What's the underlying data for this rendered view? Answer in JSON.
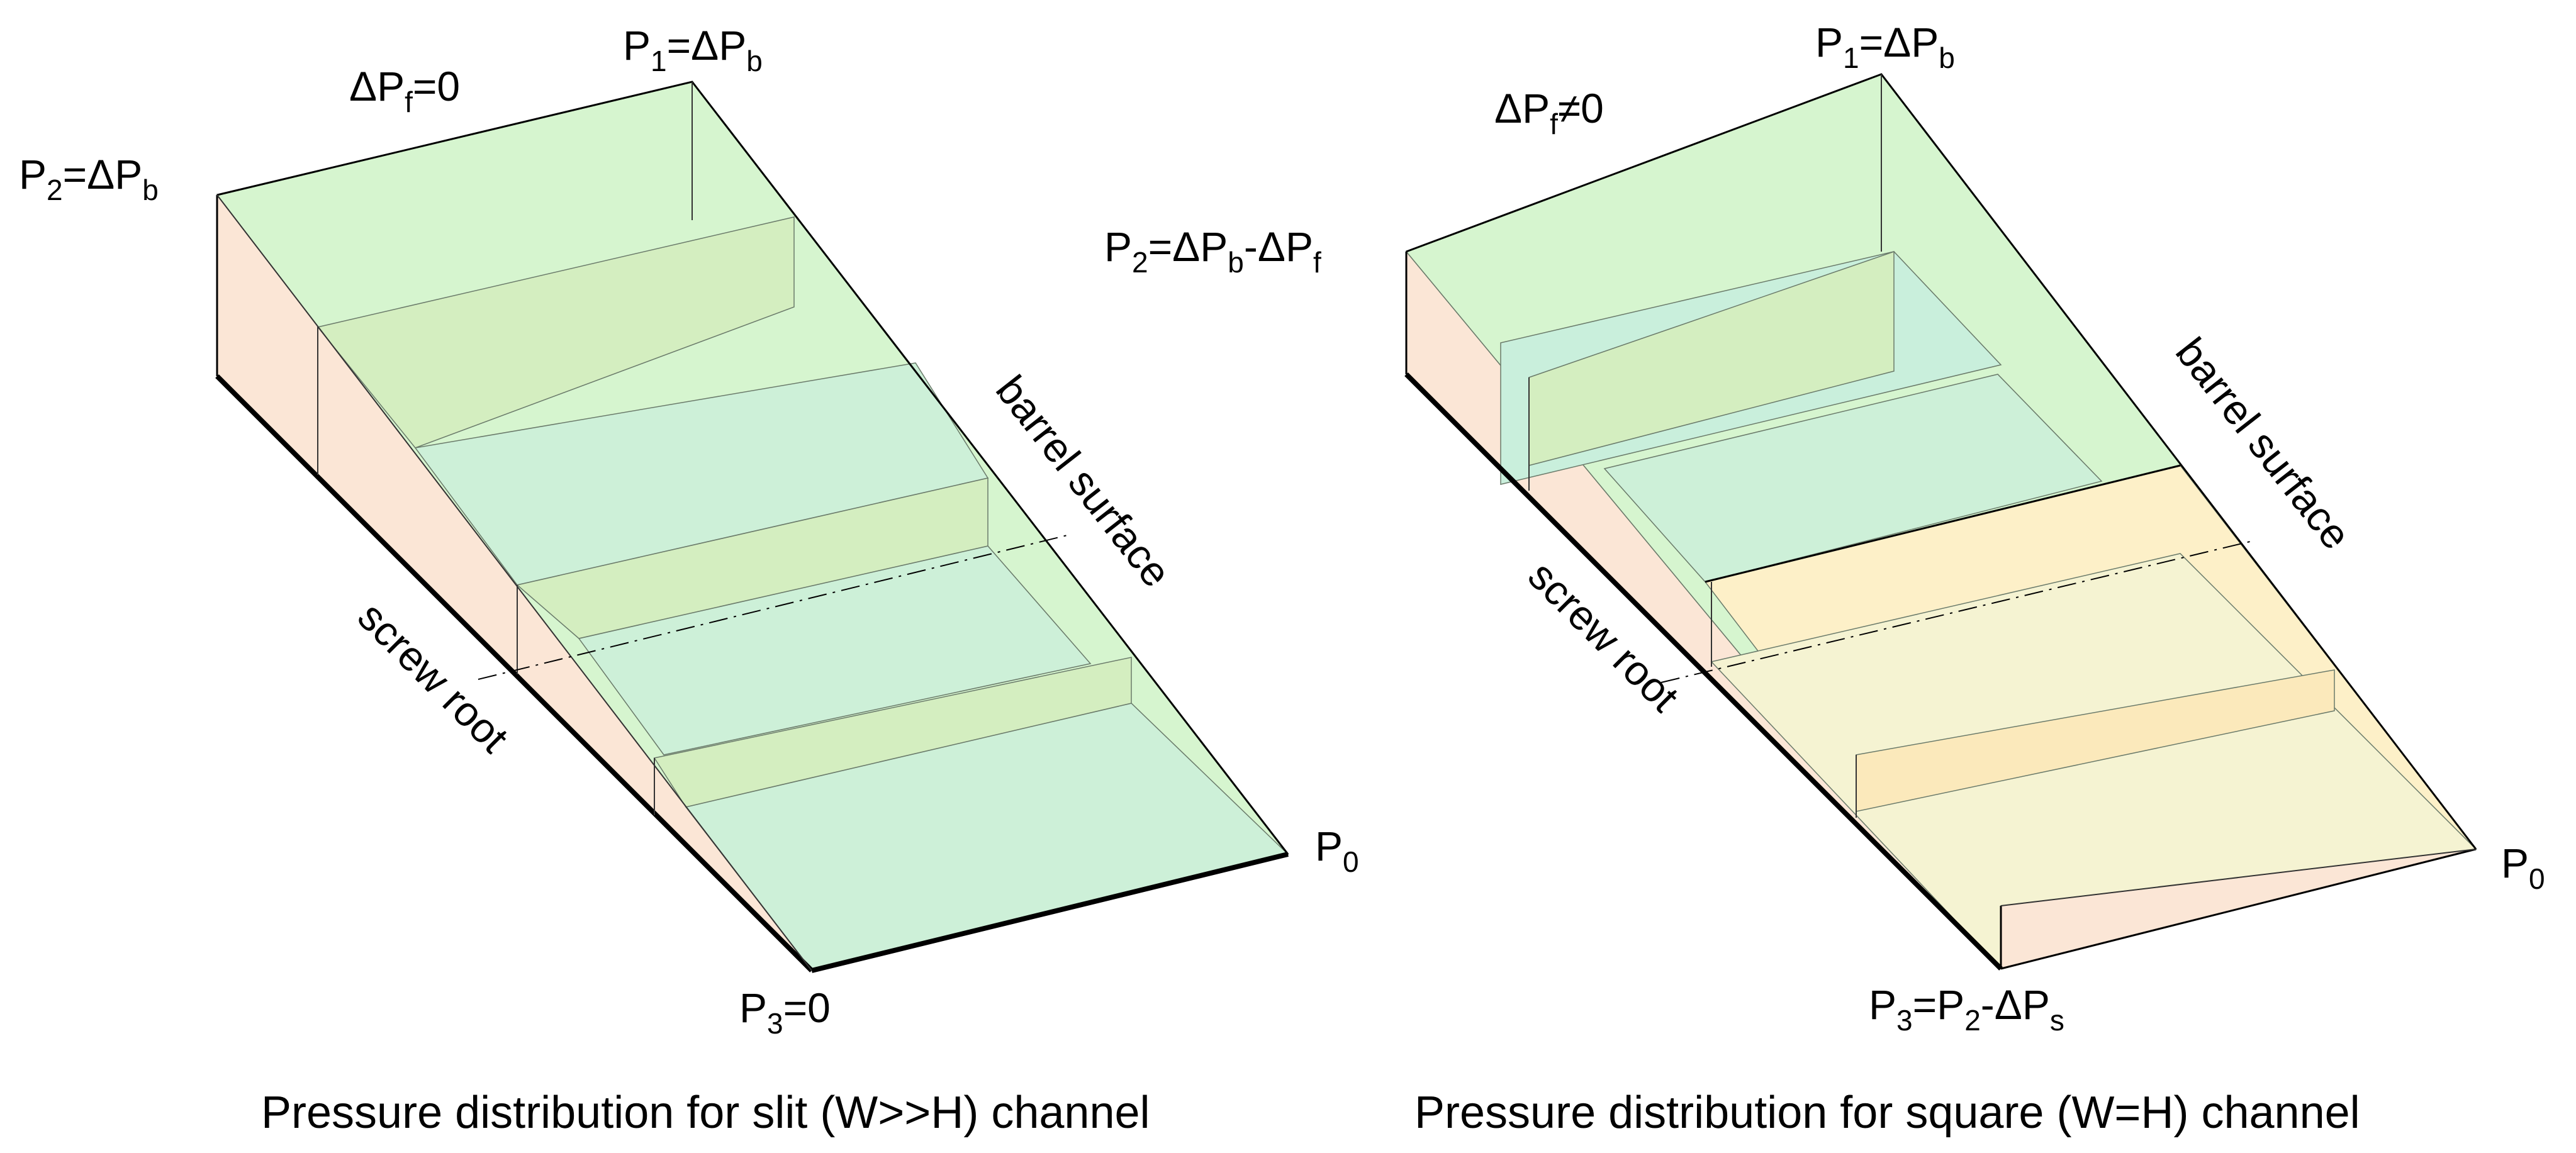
{
  "colors": {
    "green_top": "#d6f5cf",
    "green_floor": "#cdf0d8",
    "green_riser": "#d4eec0",
    "side_wall": "#fbe6d6",
    "yellow_top": "#fdf0c8",
    "yellow_floor": "#f5f3d2",
    "yellow_riser": "#fbe9bb",
    "teal_floor": "#c9efdc"
  },
  "left_panel": {
    "p1_label": {
      "main": "P",
      "sub": "1",
      "rest": "=ΔP",
      "rest_sub": "b"
    },
    "delta_pf_label": {
      "main": "ΔP",
      "sub": "f",
      "rest": "=0"
    },
    "p2_label": {
      "main": "P",
      "sub": "2",
      "rest": "=ΔP",
      "rest_sub": "b"
    },
    "barrel_label": "barrel surface",
    "screw_label": "screw root",
    "p0_label": {
      "main": "P",
      "sub": "0"
    },
    "p3_label": {
      "main": "P",
      "sub": "3",
      "rest": "=0"
    },
    "caption": "Pressure distribution for slit (W>>H) channel"
  },
  "right_panel": {
    "p1_label": {
      "main": "P",
      "sub": "1",
      "rest": "=ΔP",
      "rest_sub": "b"
    },
    "delta_pf_label": {
      "main": "ΔP",
      "sub": "f",
      "rest": "≠0"
    },
    "p2_label": {
      "main": "P",
      "sub": "2",
      "rest": "=ΔP",
      "rest_sub": "b",
      "rest2": "-ΔP",
      "rest2_sub": "f"
    },
    "barrel_label": "barrel surface",
    "screw_label": "screw root",
    "p0_label": {
      "main": "P",
      "sub": "0"
    },
    "p3_label": {
      "main": "P",
      "sub": "3",
      "rest": "=P",
      "rest_sub": "2",
      "rest2": "-ΔP",
      "rest2_sub": "s"
    },
    "caption": "Pressure distribution for square (W=H) channel"
  }
}
